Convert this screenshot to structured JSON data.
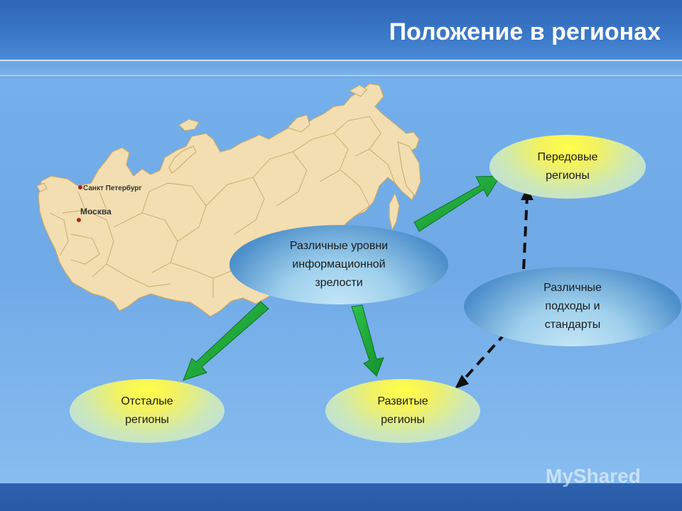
{
  "title": "Положение в регионах",
  "map": {
    "city_spb": "Санкт  Петербург",
    "city_moscow": "Москва",
    "land_color": "#f2deb0",
    "border_color": "#c8a76a"
  },
  "nodes": {
    "center": "Различные уровни\nинформационной\nзрелости",
    "advanced": "Передовые\nрегионы",
    "approaches": "Различные\nподходы и\nстандарты",
    "lagging": "Отсталые\nрегионы",
    "developed": "Развитые\nрегионы"
  },
  "arrow_color": "#1ea33a",
  "watermark": "MyShared"
}
